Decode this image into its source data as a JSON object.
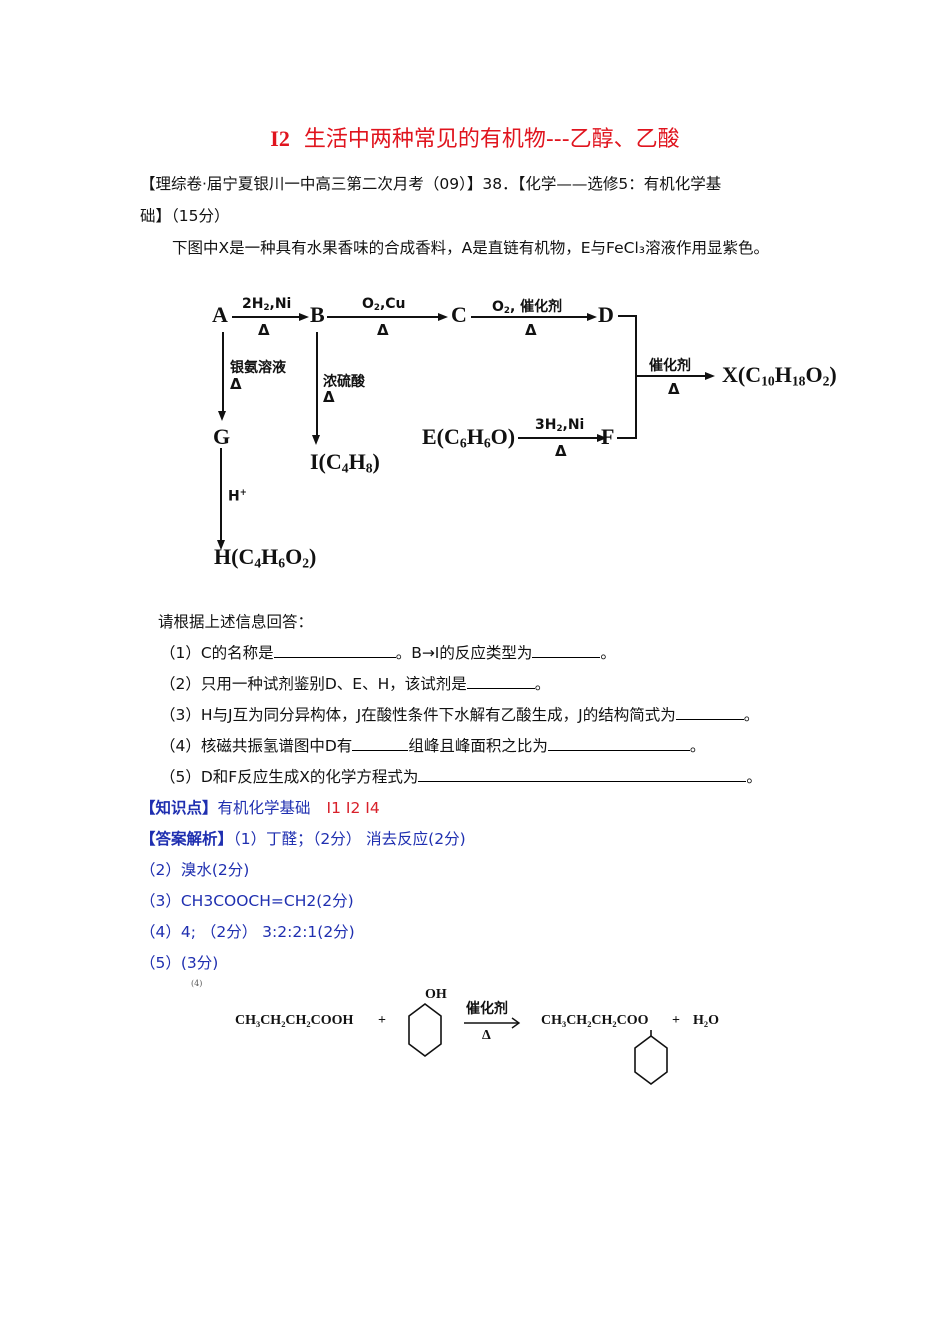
{
  "title": {
    "code": "I2",
    "text": "生活中两种常见的有机物---乙醇、乙酸",
    "color": "#e0141e"
  },
  "question": {
    "source_line1": "【理综卷·届宁夏银川一中高三第二次月考（09）】38．【化学——选修5：有机化学基",
    "source_line2": "础】（15分）",
    "intro": "下图中X是一种具有水果香味的合成香料，A是直链有机物，E与FeCl₃溶液作用显紫色。",
    "prompt": "请根据上述信息回答：",
    "items": [
      {
        "pre": "（1）C的名称是",
        "mid": "。B→I的反应类型为",
        "post": "。"
      },
      {
        "pre": "（2）只用一种试剂鉴别D、E、H，该试剂是",
        "post": "。"
      },
      {
        "pre": "（3）H与J互为同分异构体，J在酸性条件下水解有乙酸生成，J的结构简式为",
        "post": "。"
      },
      {
        "pre": "（4）核磁共振氢谱图中D有",
        "mid": "组峰且峰面积之比为",
        "post": "。"
      },
      {
        "pre": "（5）D和F反应生成X的化学方程式为",
        "post": "。"
      }
    ]
  },
  "diagram": {
    "nodes": {
      "A": "A",
      "B": "B",
      "C": "C",
      "D": "D",
      "G": "G",
      "H": "H(C₄H₆O₂)",
      "I": "I(C₄H₈)",
      "E": "E(C₆H₆O)",
      "F": "F",
      "X": "X(C₁₀H₁₈O₂)"
    },
    "conditions": {
      "A_B_top": "2H₂,Ni",
      "B_C_top": "O₂,Cu",
      "C_D_top": "O₂, 催化剂",
      "A_G": "银氨溶液",
      "B_I": "浓硫酸",
      "G_H": "H⁺",
      "E_F_top": "3H₂,Ni",
      "DF_X_top": "催化剂",
      "heat": "Δ"
    }
  },
  "answer": {
    "kp_label": "【知识点】",
    "kp_text": "有机化学基础",
    "kp_codes": "I1  I2  I4",
    "ans_label": "【答案解析】",
    "lines": [
      "（1）丁醛；（2分）    消去反应(2分)",
      "（2）溴水(2分)",
      "（3）CH3COOCH=CH2(2分)",
      "（4）4;    （2分）   3:2:2:1(2分)",
      "（5）(3分)"
    ],
    "colors": {
      "blue": "#1f2fb0",
      "red": "#d8202a"
    }
  },
  "equation": {
    "small_label": "(4)",
    "reactant1": "CH₃CH₂CH₂COOH",
    "plus1": "+",
    "oh": "OH",
    "catalyst": "催化剂",
    "heat": "Δ",
    "product": "CH₃CH₂CH₂COO",
    "plus2": "+",
    "water": "H₂O"
  }
}
